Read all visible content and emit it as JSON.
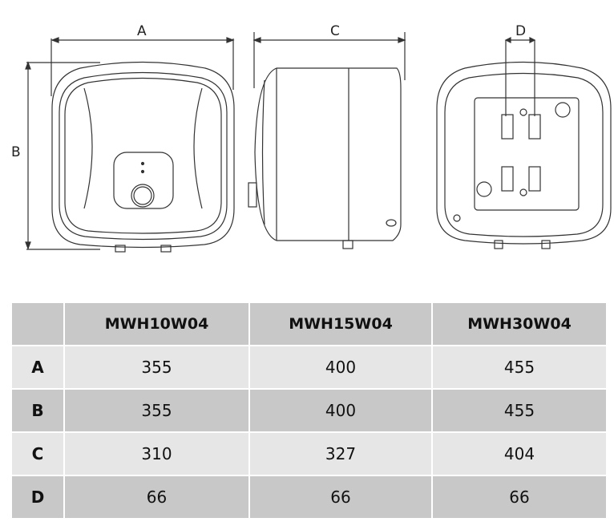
{
  "dimension_labels": {
    "a": "A",
    "b": "B",
    "c": "C",
    "d": "D"
  },
  "table": {
    "headers": [
      "",
      "MWH10W04",
      "MWH15W04",
      "MWH30W04"
    ],
    "rows": [
      {
        "key": "A",
        "values": [
          "355",
          "400",
          "455"
        ]
      },
      {
        "key": "B",
        "values": [
          "355",
          "400",
          "455"
        ]
      },
      {
        "key": "C",
        "values": [
          "310",
          "327",
          "404"
        ]
      },
      {
        "key": "D",
        "values": [
          "66",
          "66",
          "66"
        ]
      }
    ]
  }
}
